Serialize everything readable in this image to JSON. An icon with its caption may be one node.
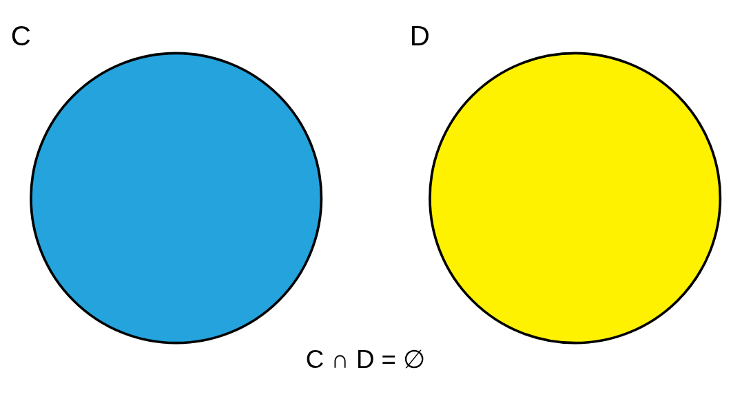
{
  "diagram": {
    "caption": "C ∩ D = ∅",
    "nodes": [
      {
        "text": [
          "C"
        ]
      },
      {
        "text": [
          "D"
        ]
      }
    ],
    "edges": []
  }
}
